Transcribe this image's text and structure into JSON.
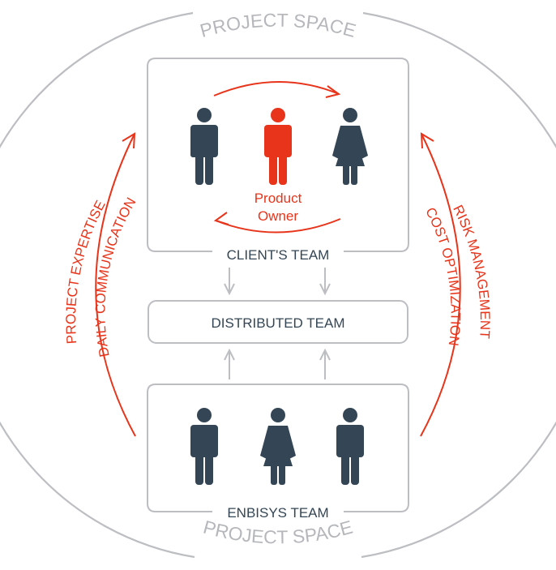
{
  "colors": {
    "accent": "#e8341a",
    "figure": "#344655",
    "outline": "#bcbec2",
    "text_dark": "#344655",
    "text_light": "#b5b7bb"
  },
  "project_space": {
    "top_label": "PROJECT SPACE",
    "bottom_label": "PROJECT SPACE"
  },
  "client_team": {
    "label": "CLIENT'S TEAM",
    "members": [
      {
        "gender": "male",
        "role": "member",
        "icon": "man-icon"
      },
      {
        "gender": "male",
        "role": "product-owner",
        "icon": "man-icon"
      },
      {
        "gender": "female",
        "role": "member",
        "icon": "woman-icon"
      }
    ],
    "highlight_label_line1": "Product",
    "highlight_label_line2": "Owner"
  },
  "distributed_team": {
    "label": "DISTRIBUTED TEAM"
  },
  "vendor_team": {
    "label": "ENBISYS TEAM",
    "members": [
      {
        "gender": "male",
        "icon": "man-icon"
      },
      {
        "gender": "female",
        "icon": "woman-icon"
      },
      {
        "gender": "male",
        "icon": "man-icon"
      }
    ]
  },
  "left_arc": {
    "outer_label": "PROJECT EXPERTISE",
    "inner_label": "DAILY COMMUNICATION"
  },
  "right_arc": {
    "outer_label": "RISK MANAGEMENT",
    "inner_label": "COST OPTIMIZATION"
  }
}
